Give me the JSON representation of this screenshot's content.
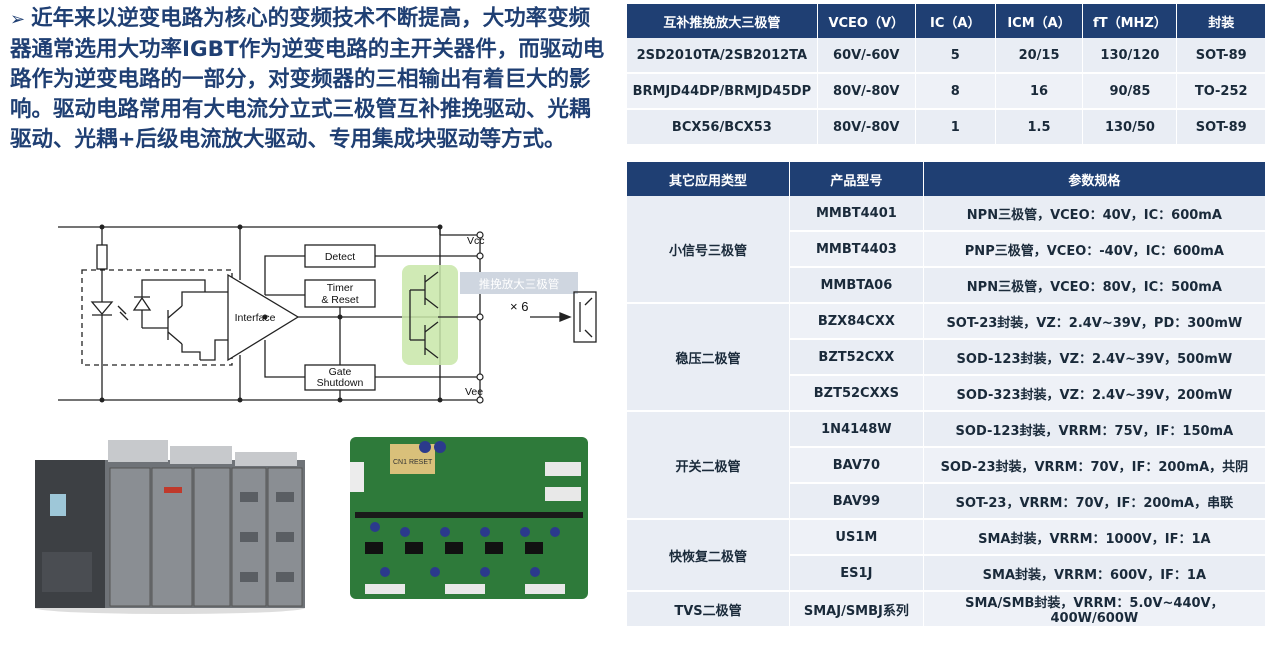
{
  "intro": {
    "bullet": "➢",
    "text": "近年来以逆变电路为核心的变频技术不断提高，大功率变频器通常选用大功率IGBT作为逆变电路的主开关器件，而驱动电路作为逆变电路的一部分，对变频器的三相输出有着巨大的影响。驱动电路常用有大电流分立式三极管互补推挽驱动、光耦驱动、光耦+后级电流放大驱动、专用集成块驱动等方式。"
  },
  "diagram": {
    "detect": "Detect",
    "timer1": "Timer",
    "timer2": "& Reset",
    "interface": "Interface",
    "gate1": "Gate",
    "gate2": "Shutdown",
    "vcc": "Vcc",
    "vee": "Vee",
    "pushpull_label": "推挽放大三极管",
    "times": "× 6"
  },
  "photo_board_label": "CN1 RESET",
  "table1": {
    "headers": [
      "互补推挽放大三极管",
      "VCEO（V）",
      "IC（A）",
      "ICM（A）",
      "fT（MHZ）",
      "封装"
    ],
    "rows": [
      [
        "2SD2010TA/2SB2012TA",
        "60V/-60V",
        "5",
        "20/15",
        "130/120",
        "SOT-89"
      ],
      [
        "BRMJD44DP/BRMJD45DP",
        "80V/-80V",
        "8",
        "16",
        "90/85",
        "TO-252"
      ],
      [
        "BCX56/BCX53",
        "80V/-80V",
        "1",
        "1.5",
        "130/50",
        "SOT-89"
      ]
    ]
  },
  "table2": {
    "headers": [
      "其它应用类型",
      "产品型号",
      "参数规格"
    ],
    "groups": [
      {
        "category": "小信号三极管",
        "items": [
          [
            "MMBT4401",
            "NPN三极管，VCEO：40V，IC：600mA"
          ],
          [
            "MMBT4403",
            "PNP三极管，VCEO：-40V，IC：600mA"
          ],
          [
            "MMBTA06",
            "NPN三极管，VCEO：80V，IC：500mA"
          ]
        ]
      },
      {
        "category": "稳压二极管",
        "items": [
          [
            "BZX84CXX",
            "SOT-23封装，VZ：2.4V~39V，PD：300mW"
          ],
          [
            "BZT52CXX",
            "SOD-123封装，VZ：2.4V~39V，500mW"
          ],
          [
            "BZT52CXXS",
            "SOD-323封装，VZ：2.4V~39V，200mW"
          ]
        ]
      },
      {
        "category": "开关二极管",
        "items": [
          [
            "1N4148W",
            "SOD-123封装，VRRM：75V，IF：150mA"
          ],
          [
            "BAV70",
            "SOD-23封装，VRRM：70V，IF：200mA，共阴"
          ],
          [
            "BAV99",
            "SOT-23，VRRM：70V，IF：200mA，串联"
          ]
        ]
      },
      {
        "category": "快恢复二极管",
        "items": [
          [
            "US1M",
            "SMA封装，VRRM：1000V，IF：1A"
          ],
          [
            "ES1J",
            "SMA封装，VRRM：600V，IF：1A"
          ]
        ]
      },
      {
        "category": "TVS二极管",
        "items": [
          [
            "SMAJ/SMBJ系列",
            "SMA/SMB封装，VRRM：5.0V~440V，400W/600W"
          ]
        ]
      }
    ]
  }
}
